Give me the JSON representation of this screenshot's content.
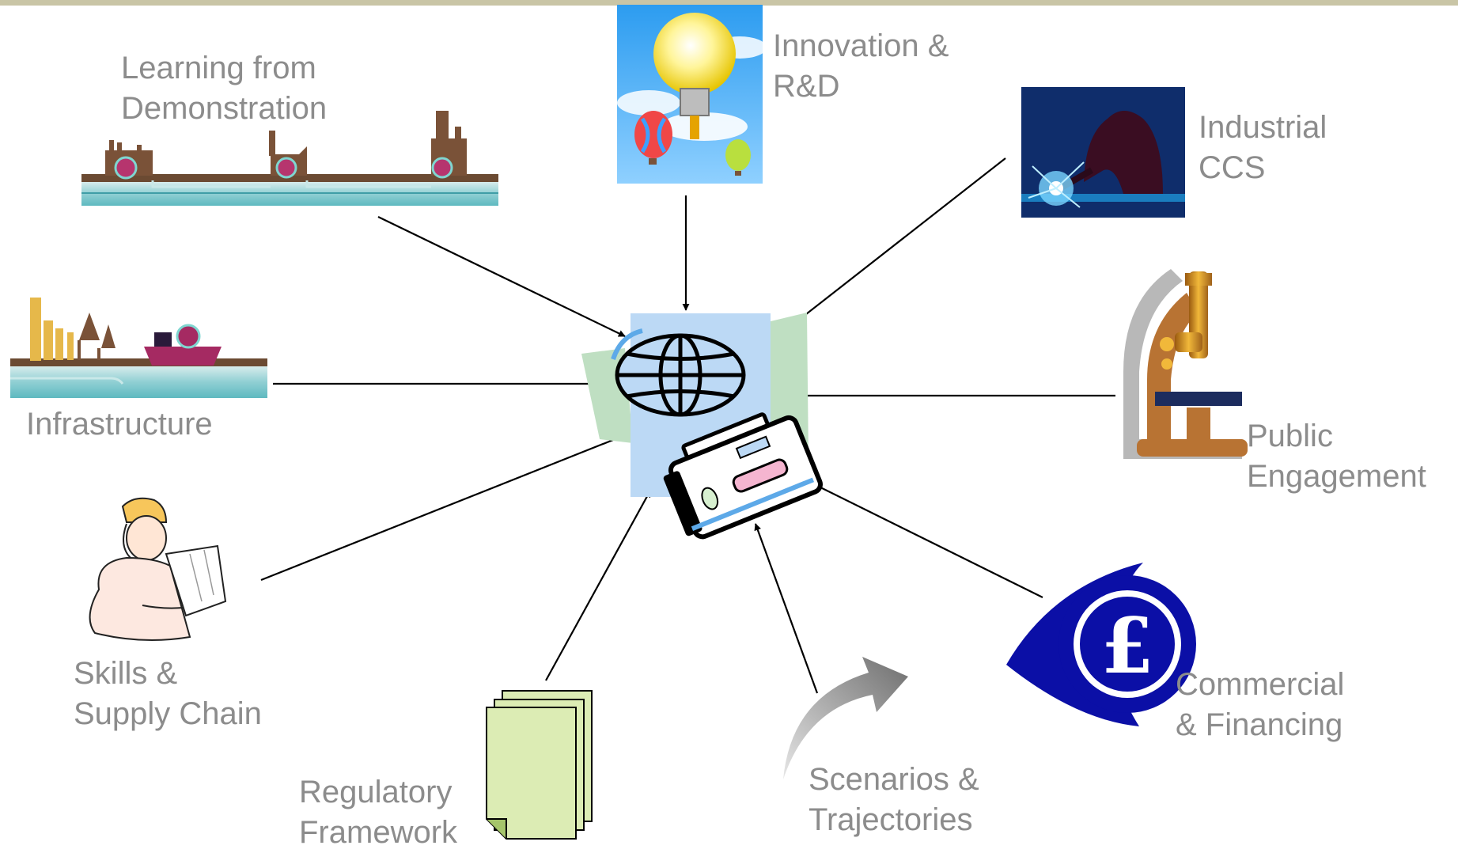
{
  "nodes": {
    "learning": {
      "lines": [
        "Learning from",
        "Demonstration"
      ],
      "icon": "co2-plant-pipeline-icon"
    },
    "innovation": {
      "lines": [
        "Innovation &",
        "R&D"
      ],
      "icon": "lightbulb-balloons-icon"
    },
    "industrial": {
      "lines": [
        "Industrial",
        "CCS"
      ],
      "icon": "welder-icon"
    },
    "infrastructure": {
      "lines": [
        "Infrastructure"
      ],
      "icon": "co2-ship-icon"
    },
    "public": {
      "lines": [
        "Public",
        "Engagement"
      ],
      "icon": "microscope-icon"
    },
    "skills": {
      "lines": [
        "Skills &",
        "Supply Chain"
      ],
      "icon": "engineer-blueprint-icon"
    },
    "regulatory": {
      "lines": [
        "Regulatory",
        "Framework"
      ],
      "icon": "documents-icon"
    },
    "scenarios": {
      "lines": [
        "Scenarios &",
        "Trajectories"
      ],
      "icon": "curved-arrow-icon"
    },
    "commercial": {
      "lines": [
        "Commercial",
        "& Financing"
      ],
      "icon": "pound-sign-icon"
    }
  },
  "center": {
    "icon": "globe-briefcase-icon"
  },
  "colors": {
    "label": "#8c8c8c",
    "arrow": "#000000",
    "topbar": "#c9c5a6",
    "pound_blue": "#0b0fa6",
    "paper_green": "#dcecb4",
    "center_blue": "#bcd9f5",
    "center_green": "#bfdfc2"
  }
}
